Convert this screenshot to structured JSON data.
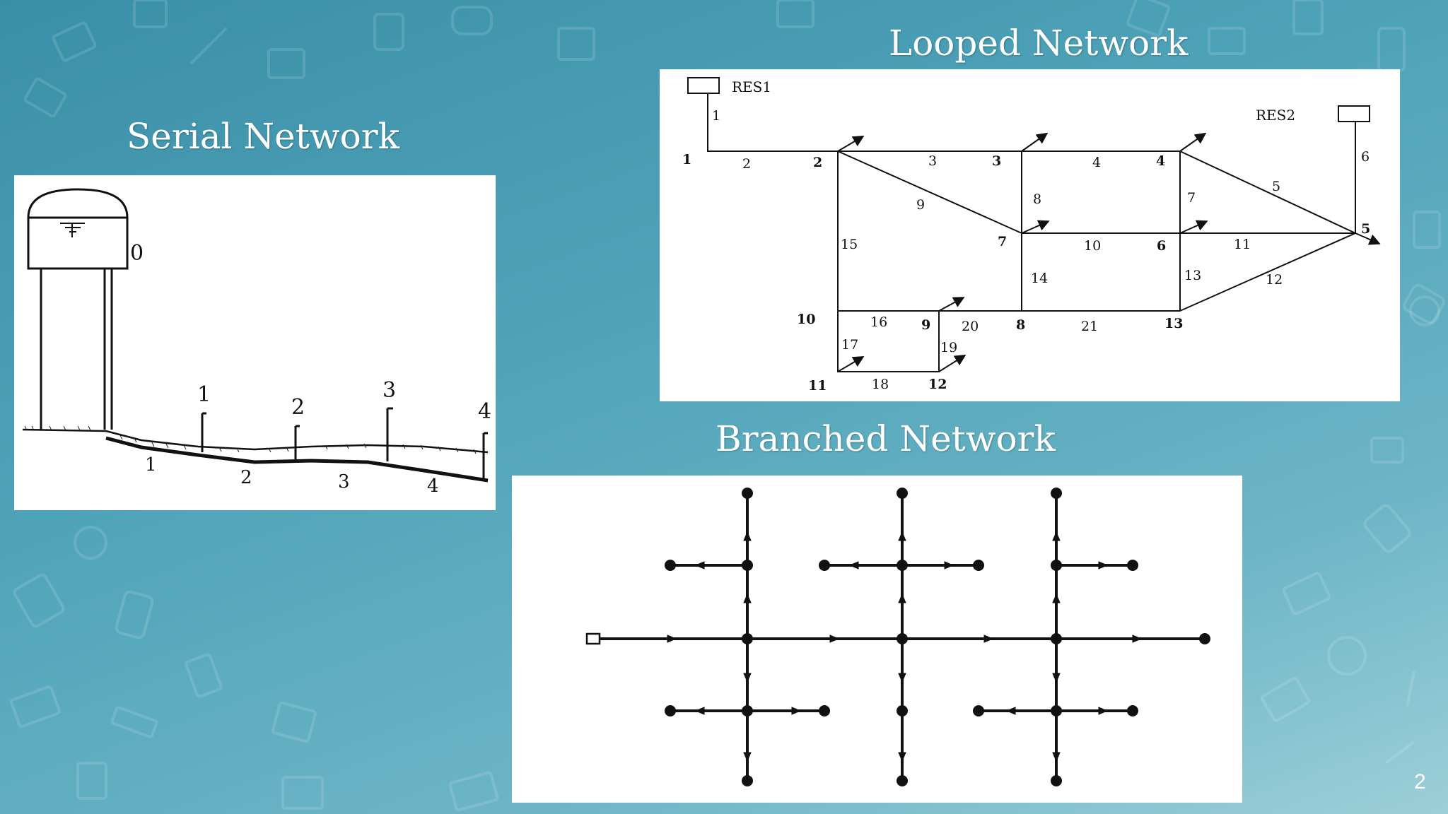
{
  "slide": {
    "page_number": "2",
    "background_color": "#4fa3b9"
  },
  "titles": {
    "serial": "Serial Network",
    "looped": "Looped Network",
    "branched": "Branched Network"
  },
  "serial": {
    "tank_label": "0",
    "node_labels": [
      "1",
      "2",
      "3",
      "4"
    ],
    "pipe_labels": [
      "1",
      "2",
      "3",
      "4"
    ]
  },
  "looped": {
    "reservoirs": [
      "RES1",
      "RES2"
    ],
    "node_labels": [
      "1",
      "2",
      "3",
      "4",
      "5",
      "6",
      "7",
      "8",
      "9",
      "10",
      "11",
      "12",
      "13"
    ],
    "pipe_labels": [
      "1",
      "2",
      "3",
      "4",
      "5",
      "6",
      "7",
      "8",
      "9",
      "10",
      "11",
      "12",
      "13",
      "14",
      "15",
      "16",
      "17",
      "18",
      "19",
      "20",
      "21"
    ]
  }
}
